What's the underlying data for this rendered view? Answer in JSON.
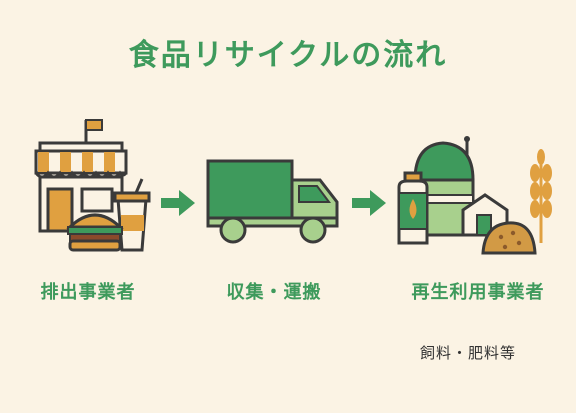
{
  "title": "食品リサイクルの流れ",
  "steps": [
    {
      "label": "排出事業者",
      "icon": "store-food-icon"
    },
    {
      "label": "収集・運搬",
      "icon": "truck-icon"
    },
    {
      "label": "再生利用事業者",
      "icon": "recycling-facility-icon"
    }
  ],
  "note": "飼料・肥料等",
  "colors": {
    "background": "#FBF3E4",
    "green": "#3E9A5C",
    "light_green": "#A8D08D",
    "orange": "#E0A040",
    "outline": "#3A3A3A"
  }
}
